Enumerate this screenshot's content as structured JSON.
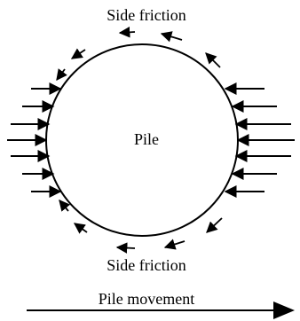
{
  "labels": {
    "top": "Side friction",
    "center": "Pile",
    "bottom": "Side friction",
    "movement": "Pile movement"
  },
  "colors": {
    "stroke": "#000000",
    "background": "#ffffff"
  }
}
